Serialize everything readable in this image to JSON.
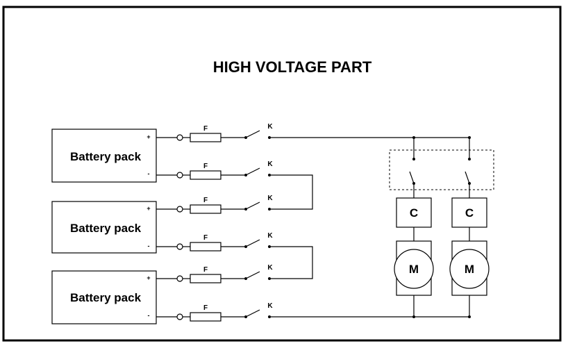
{
  "title": "HIGH VOLTAGE PART",
  "battery_packs": [
    {
      "label": "Battery pack",
      "plus": "+",
      "minus": "-"
    },
    {
      "label": "Battery pack",
      "plus": "+",
      "minus": "-"
    },
    {
      "label": "Battery pack",
      "plus": "+",
      "minus": "-"
    }
  ],
  "fuse_label": "F",
  "contactor_label": "K",
  "controller_label": "C",
  "motor_label": "M"
}
